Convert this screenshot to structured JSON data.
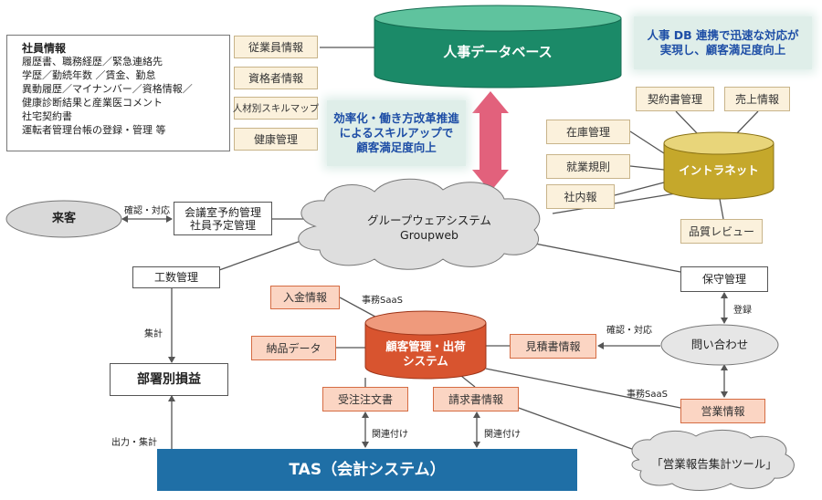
{
  "hr_db": {
    "label": "人事データベース"
  },
  "hr_info": {
    "title": "社員情報",
    "lines": [
      "履歴書、職務経歴／緊急連絡先",
      "学歴／勤続年数 ／賃金、勤怠",
      "異動履歴／マイナンバー／資格情報／",
      "健康診断結果と産業医コメント",
      "社宅契約書",
      "運転者管理台帳の登録・管理 等"
    ],
    "tabs": [
      "従業員情報",
      "資格者情報",
      "人材別スキルマップ",
      "健康管理"
    ]
  },
  "db_note": {
    "line1": "人事 DB 連携で迅速な対応が",
    "line2": "実現し、顧客満足度向上"
  },
  "efficiency_note": {
    "line1": "効率化・働き方改革推進",
    "line2": "によるスキルアップで",
    "line3": "顧客満足度向上"
  },
  "intranet": {
    "label": "イントラネット",
    "items_top": [
      "契約書管理",
      "売上情報"
    ],
    "items_left": [
      "在庫管理",
      "就業規則",
      "社内報"
    ],
    "item_bottom": "品質レビュー"
  },
  "visitor": {
    "label": "来客"
  },
  "visitor_link": "確認・対応",
  "meeting": {
    "line1": "会議室予約管理",
    "line2": "社員予定管理"
  },
  "groupware": {
    "line1": "グループウェアシステム",
    "line2": "Groupweb"
  },
  "work_hours": "工数管理",
  "aggregate": "集計",
  "dept_pl": "部署別損益",
  "output_aggregate": "出力・集計",
  "maintenance": "保守管理",
  "register": "登録",
  "inquiry": "問い合わせ",
  "confirm_response": "確認・対応",
  "sales_info": "営業情報",
  "jimu_saas_1": "事務SaaS",
  "jimu_saas_2": "事務SaaS",
  "customer_system": {
    "line1": "顧客管理・出荷",
    "line2": "システム"
  },
  "payment_info": "入金情報",
  "delivery_data": "納品データ",
  "quotation": "見積書情報",
  "order": "受注注文書",
  "invoice": "請求書情報",
  "link_1": "関連付け",
  "link_2": "関連付け",
  "tas": "TAS（会計システム）",
  "sales_report": "「営業報告集計ツール」",
  "colors": {
    "teal": "#1b8a68",
    "gold": "#c5a82b",
    "red_orange": "#d8542f",
    "blue_bar": "#1f6fa6",
    "pink_arrow": "#e2617c",
    "note_text": "#1e4ea6"
  }
}
